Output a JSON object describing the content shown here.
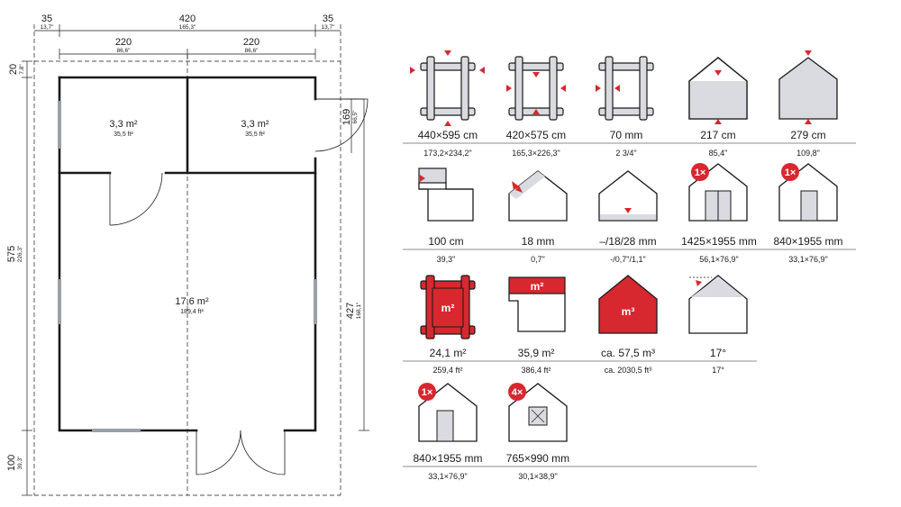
{
  "floor_plan": {
    "top_dims": {
      "left": {
        "value": "35",
        "sub": "13,7\""
      },
      "total": {
        "value": "420",
        "sub": "165,3\""
      },
      "right": {
        "value": "35",
        "sub": "13,7\""
      },
      "room_left": {
        "value": "220",
        "sub": "86,6\""
      },
      "room_right": {
        "value": "220",
        "sub": "86,6\""
      }
    },
    "left_dims": {
      "top": {
        "value": "20",
        "sub": "7,8\""
      },
      "middle": {
        "value": "575",
        "sub": "226,3\""
      },
      "bottom": {
        "value": "100",
        "sub": "39,3\""
      }
    },
    "right_dims": {
      "door": {
        "value": "169",
        "sub": "66,5\""
      },
      "total": {
        "value": "427",
        "sub": "168,1\""
      }
    },
    "rooms": [
      {
        "area": "3,3 m²",
        "area_imperial": "35,5 ft²"
      },
      {
        "area": "3,3 m²",
        "area_imperial": "35,5 ft²"
      },
      {
        "area": "17,6 m²",
        "area_imperial": "189,4 ft²"
      }
    ]
  },
  "specs": [
    {
      "main": "440×595 cm",
      "sub": "173,2×234,2\"",
      "icon": "outer-footprint-icon"
    },
    {
      "main": "420×575 cm",
      "sub": "165,3×226,3\"",
      "icon": "inner-footprint-icon"
    },
    {
      "main": "70  mm",
      "sub": "2  3/4\"",
      "icon": "wall-thickness-icon"
    },
    {
      "main": "217 cm",
      "sub": "85,4\"",
      "icon": "wall-height-icon"
    },
    {
      "main": "279 cm",
      "sub": "109,8\"",
      "icon": "ridge-height-icon"
    },
    {
      "main": "100 cm",
      "sub": "39,3\"",
      "icon": "roof-overhang-icon"
    },
    {
      "main": "18 mm",
      "sub": "0,7\"",
      "icon": "roof-thickness-icon"
    },
    {
      "main": "–/18/28 mm",
      "sub": "-/0,7\"/1,1\"",
      "icon": "floor-thickness-icon"
    },
    {
      "main": "1425×1955 mm",
      "sub": "56,1×76,9\"",
      "icon": "double-door-icon",
      "badge": "1×"
    },
    {
      "main": "840×1955 mm",
      "sub": "33,1×76,9\"",
      "icon": "single-door-icon",
      "badge": "1×"
    },
    {
      "main": "24,1 m²",
      "sub": "259,4 ft²",
      "icon": "floor-area-icon",
      "label": "m²"
    },
    {
      "main": "35,9 m²",
      "sub": "386,4 ft²",
      "icon": "roof-area-icon",
      "label": "m²"
    },
    {
      "main": "ca. 57,5 m³",
      "sub": "ca. 2030,5 ft³",
      "icon": "volume-icon",
      "label": "m³"
    },
    {
      "main": "17°",
      "sub": "17°",
      "icon": "roof-pitch-icon"
    },
    {
      "main": "840×1955 mm",
      "sub": "33,1×76,9\"",
      "icon": "single-door-icon",
      "badge": "1×"
    },
    {
      "main": "765×990 mm",
      "sub": "30,1×38,9\"",
      "icon": "window-icon",
      "badge": "4×"
    }
  ],
  "colors": {
    "accent": "#d7282f",
    "roof_fill": "#d9dbe0",
    "line": "#1a1a1a"
  }
}
